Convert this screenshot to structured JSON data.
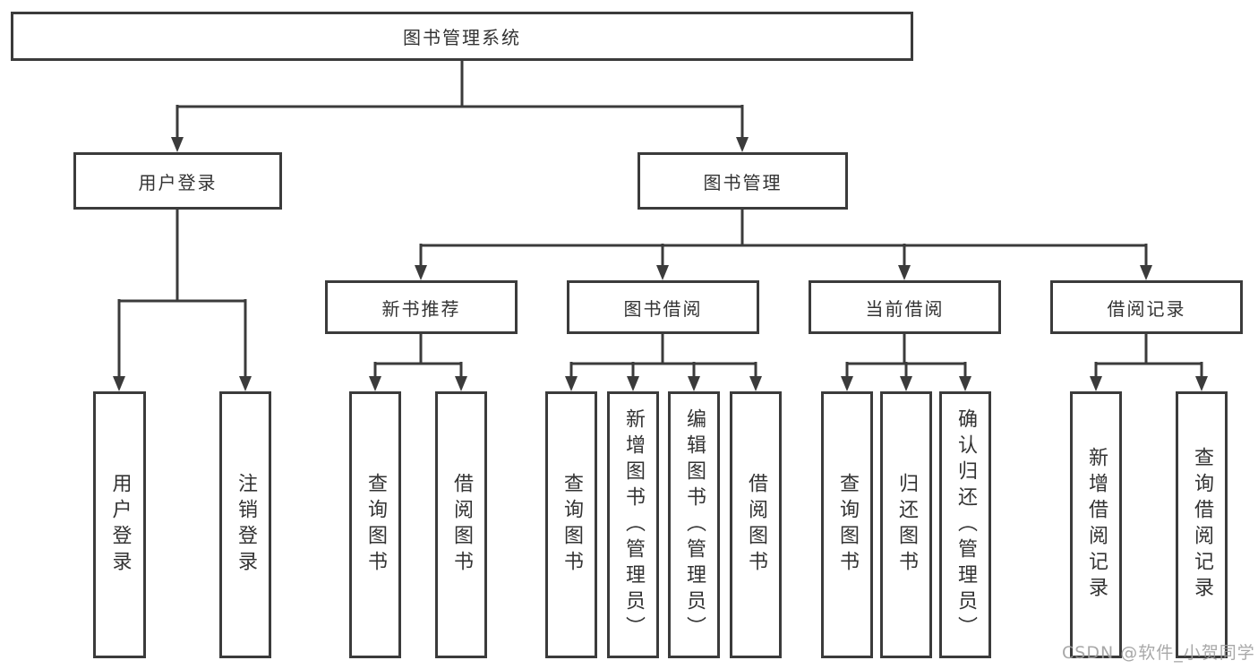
{
  "diagram_title": "图书管理系统",
  "colors": {
    "line": "#3b3b3b",
    "box_border": "#3b3b3b",
    "text": "#333333",
    "watermark": "#9e9e9e",
    "background": "#ffffff"
  },
  "nodes": {
    "root": {
      "label": "图书管理系统"
    },
    "user_login": {
      "label": "用户登录"
    },
    "book_management": {
      "label": "图书管理"
    },
    "new_book_recommend": {
      "label": "新书推荐"
    },
    "book_borrow": {
      "label": "图书借阅"
    },
    "current_borrow": {
      "label": "当前借阅"
    },
    "borrow_record": {
      "label": "借阅记录"
    },
    "leaf_user_login": {
      "label": "用户登录"
    },
    "leaf_logout": {
      "label": "注销登录"
    },
    "leaf_nb_query_book": {
      "label": "查询图书"
    },
    "leaf_nb_borrow_book": {
      "label": "借阅图书"
    },
    "leaf_bb_query_book": {
      "label": "查询图书"
    },
    "leaf_bb_add_book_admin": {
      "label": "新增图书（管理员）"
    },
    "leaf_bb_edit_book_admin": {
      "label": "编辑图书（管理员）"
    },
    "leaf_bb_borrow_book": {
      "label": "借阅图书"
    },
    "leaf_cb_query_book": {
      "label": "查询图书"
    },
    "leaf_cb_return_book": {
      "label": "归还图书"
    },
    "leaf_cb_confirm_return_admin": {
      "label": "确认归还（管理员）"
    },
    "leaf_br_add_record": {
      "label": "新增借阅记录"
    },
    "leaf_br_query_record": {
      "label": "查询借阅记录"
    }
  },
  "watermark": "CSDN @软件_小贺同学"
}
